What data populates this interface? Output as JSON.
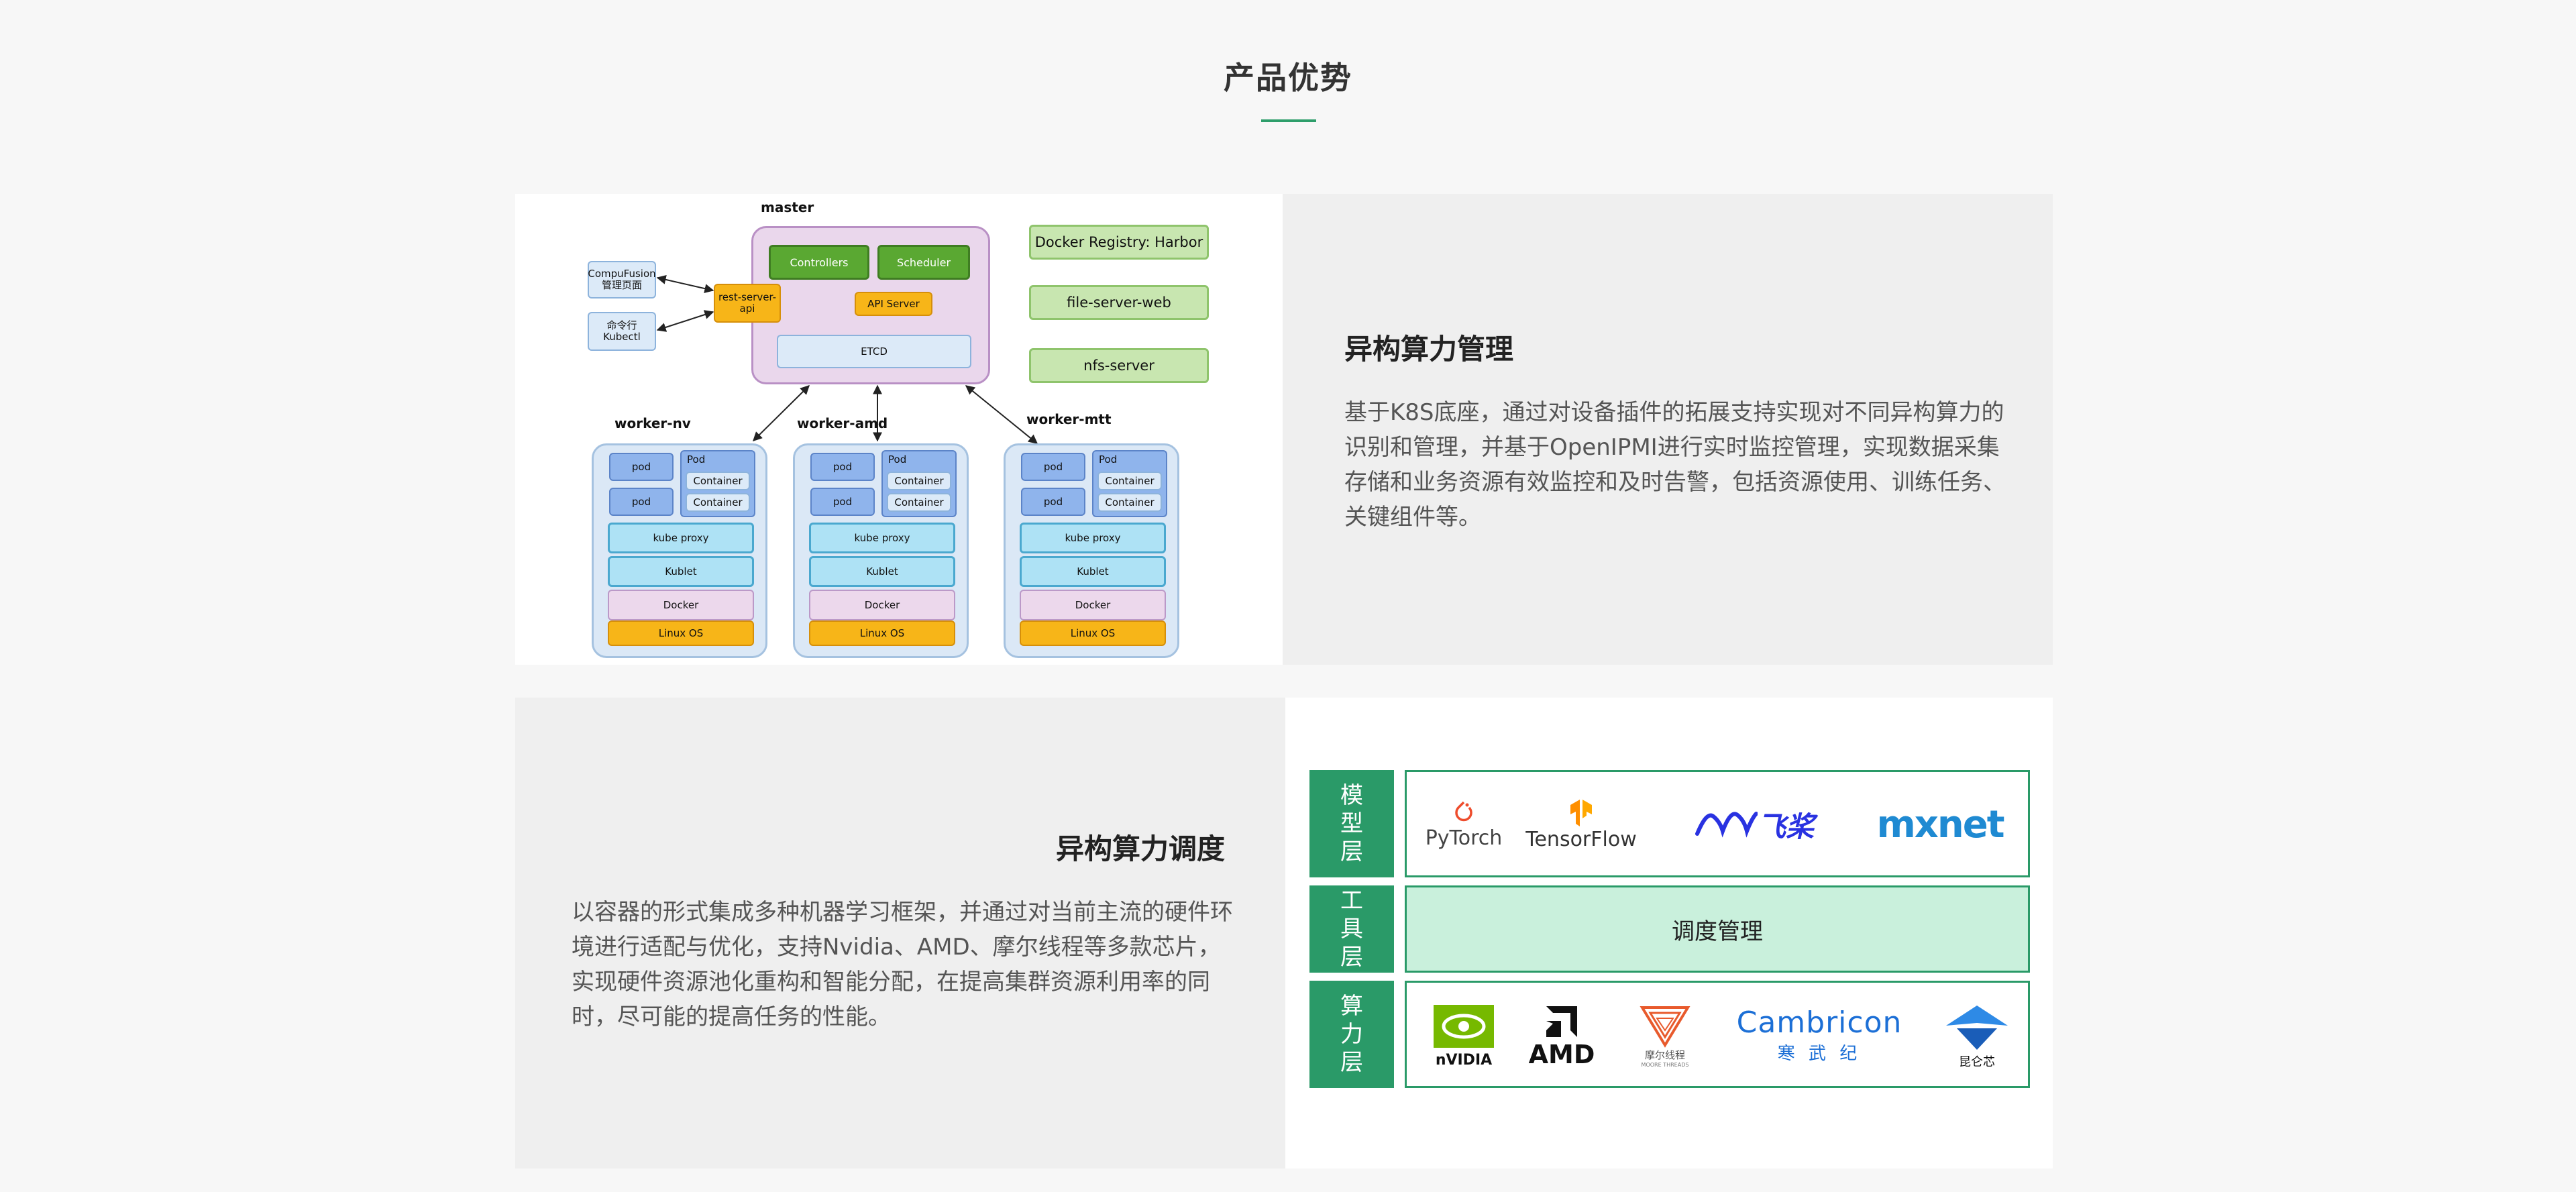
{
  "section": {
    "title": "产品优势"
  },
  "card1": {
    "title": "异构算力管理",
    "desc": "基于K8S底座，通过对设备插件的拓展支持实现对不同异构算力的识别和管理，并基于OpenIPMI进行实时监控管理，实现数据采集存储和业务资源有效监控和及时告警，包括资源使用、训练任务、关键组件等。"
  },
  "card2": {
    "title": "异构算力调度",
    "desc": "以容器的形式集成多种机器学习框架，并通过对当前主流的硬件环境进行适配与优化，支持Nvidia、AMD、摩尔线程等多款芯片，实现硬件资源池化重构和智能分配，在提高集群资源利用率的同时，尽可能的提高任务的性能。"
  },
  "arch": {
    "master_label": "master",
    "controllers": "Controllers",
    "scheduler": "Scheduler",
    "rest_server": "rest-server-api",
    "api_server": "API Server",
    "etcd": "ETCD",
    "client1": "CompuFusion管理页面",
    "client2": "命令行Kubectl",
    "registry": "Docker Registry: Harbor",
    "file_server": "file-server-web",
    "nfs_server": "nfs-server",
    "workers": [
      {
        "label": "worker-nv",
        "pod1": "pod",
        "pod2": "pod",
        "pod_group": "Pod",
        "container1": "Container",
        "container2": "Container",
        "kube_proxy": "kube proxy",
        "kublet": "Kublet",
        "docker": "Docker",
        "os": "Linux OS"
      },
      {
        "label": "worker-amd",
        "pod1": "pod",
        "pod2": "pod",
        "pod_group": "Pod",
        "container1": "Container",
        "container2": "Container",
        "kube_proxy": "kube proxy",
        "kublet": "Kublet",
        "docker": "Docker",
        "os": "Linux OS"
      },
      {
        "label": "worker-mtt",
        "pod1": "pod",
        "pod2": "pod",
        "pod_group": "Pod",
        "container1": "Container",
        "container2": "Container",
        "kube_proxy": "kube proxy",
        "kublet": "Kublet",
        "docker": "Docker",
        "os": "Linux OS"
      }
    ]
  },
  "stack": {
    "model_layer": [
      "模",
      "型",
      "层"
    ],
    "tool_layer": [
      "工",
      "具",
      "层"
    ],
    "compute_layer": [
      "算",
      "力",
      "层"
    ],
    "scheduling": "调度管理",
    "frameworks": {
      "pytorch": "PyTorch",
      "tensorflow": "TensorFlow",
      "paddle": "飞桨",
      "mxnet": "mxnet"
    },
    "chips": {
      "nvidia": "nVIDIA",
      "amd": "AMD",
      "moore": "摩尔线程",
      "moore_en": "MOORE THREADS",
      "cambricon": "Cambricon",
      "cambricon_cn": "寒 武 纪",
      "kunlun": "昆仑芯"
    }
  },
  "colors": {
    "accent": "#2a9a68",
    "card_gray": "#efefef",
    "tool_fill": "#c9f0dc"
  }
}
